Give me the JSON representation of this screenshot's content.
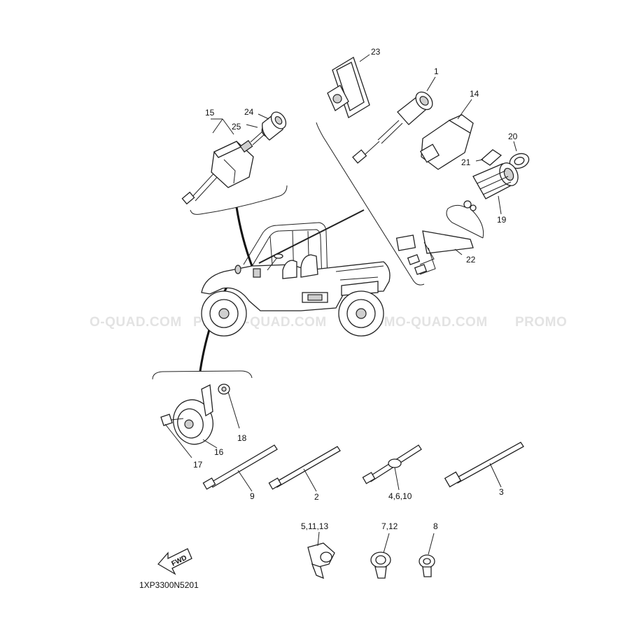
{
  "watermark": {
    "texts": [
      "O-QUAD.COM",
      "PROMO-QUAD.COM",
      "PROMO-QUAD.COM",
      "PROMO"
    ]
  },
  "diagram_code": "1XP3300N5201",
  "fwd_label": "FWD",
  "callouts": {
    "c1": "1",
    "c2": "2",
    "c3": "3",
    "c4_6_10": "4,6,10",
    "c5_11_13": "5,11,13",
    "c7_12": "7,12",
    "c8": "8",
    "c9": "9",
    "c14": "14",
    "c15": "15",
    "c16": "16",
    "c17": "17",
    "c18": "18",
    "c19": "19",
    "c20": "20",
    "c21": "21",
    "c22": "22",
    "c23": "23",
    "c24": "24",
    "c25": "25"
  }
}
